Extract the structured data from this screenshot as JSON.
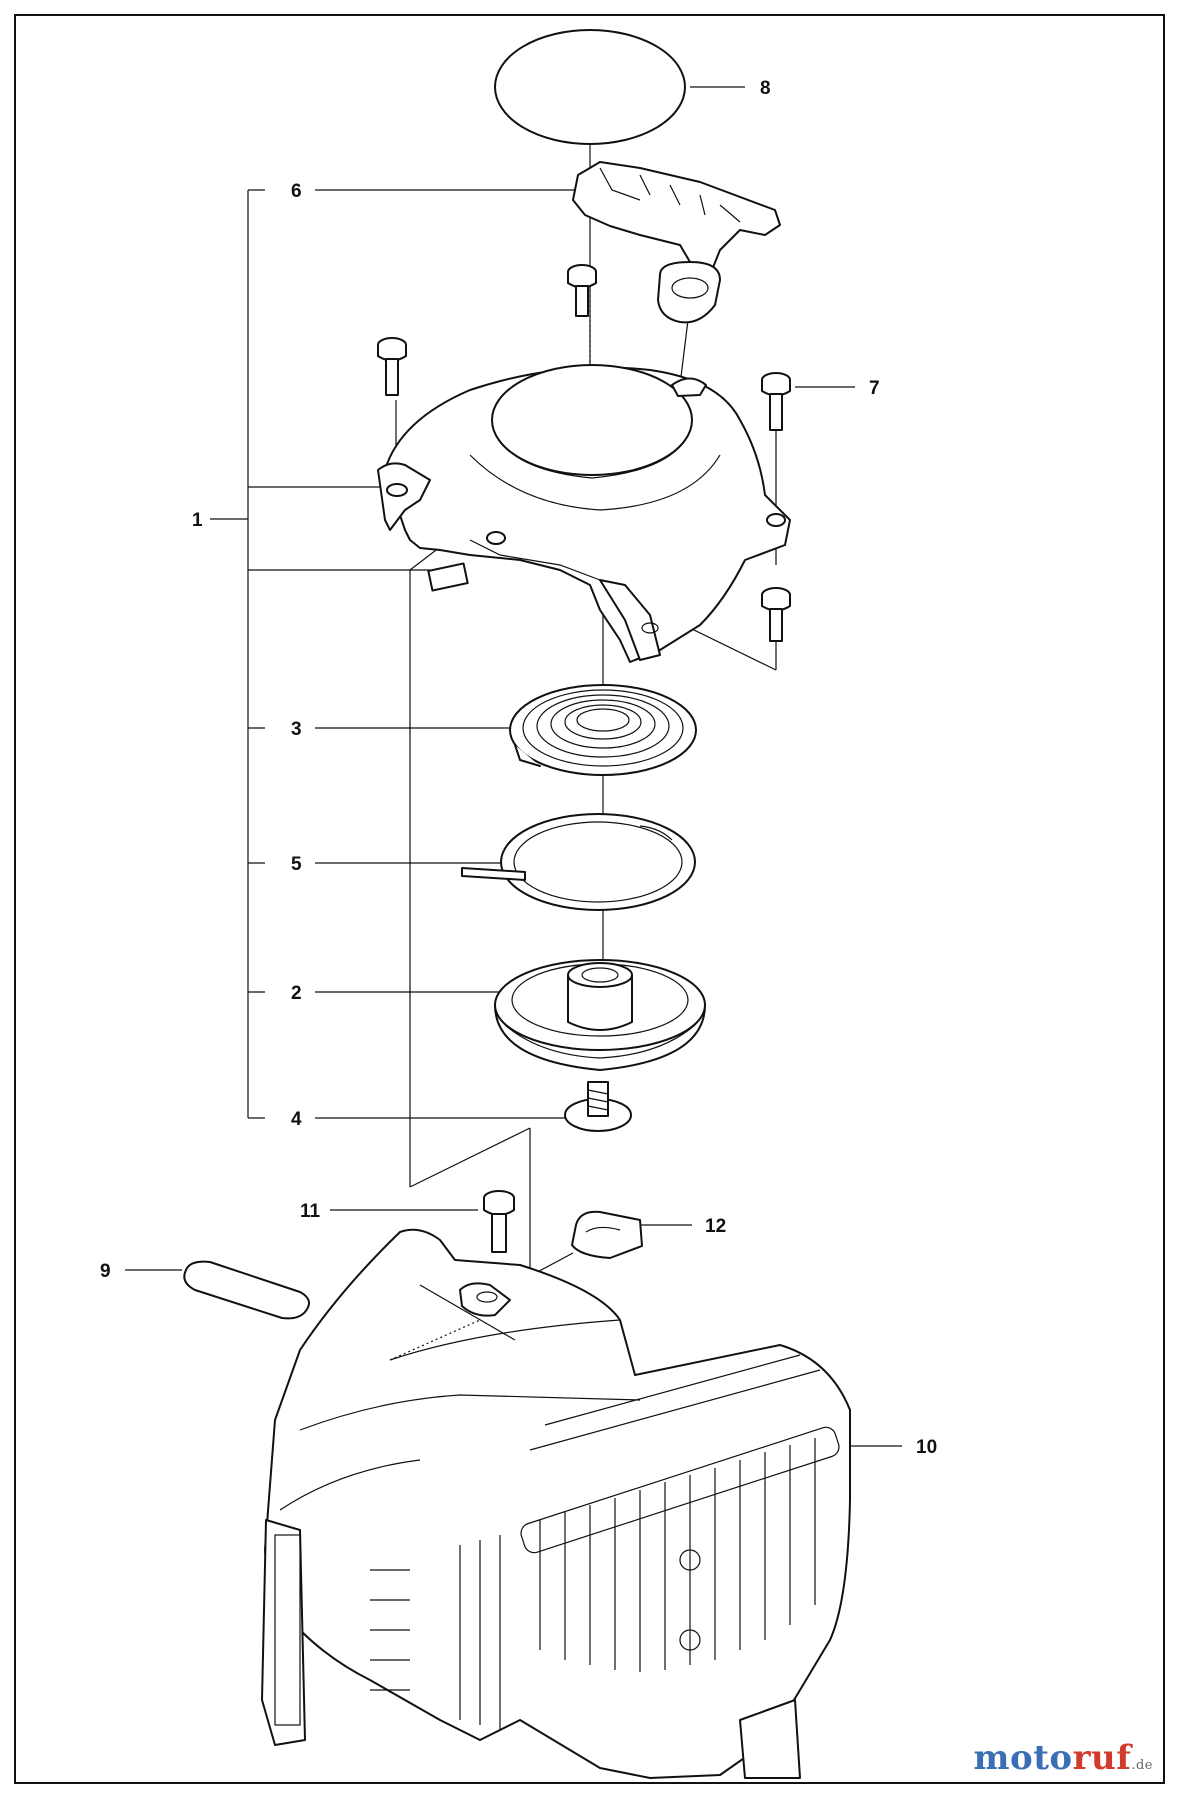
{
  "callouts": {
    "c1": "1",
    "c2": "2",
    "c3": "3",
    "c4": "4",
    "c5": "5",
    "c6": "6",
    "c7": "7",
    "c8": "8",
    "c9": "9",
    "c10": "10",
    "c11": "11",
    "c12": "12"
  },
  "watermark": {
    "part1": "mo",
    "part2": "to",
    "part3": "ruf",
    "tld": ".de"
  },
  "colors": {
    "line": "#111111",
    "watermark_blue": "#3a6fb5",
    "watermark_red": "#d23a2e"
  }
}
